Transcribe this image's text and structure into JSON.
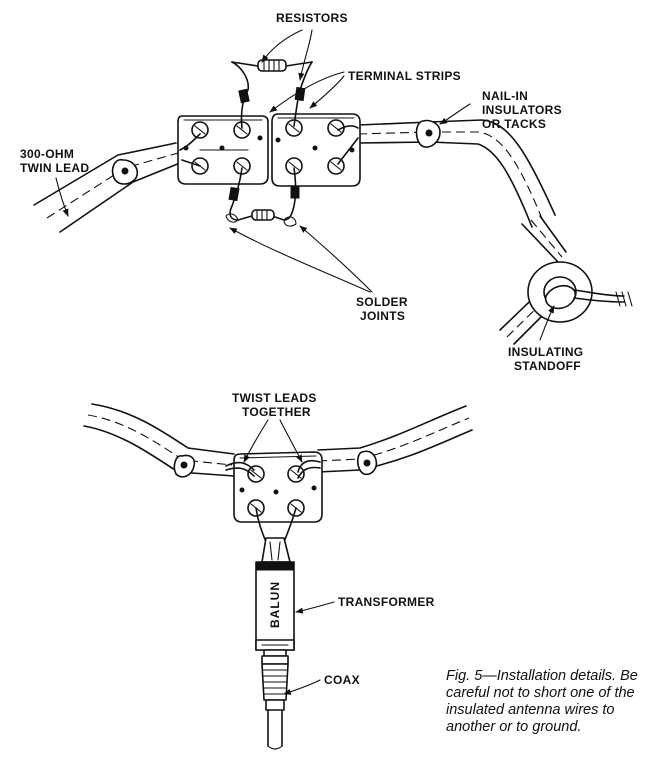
{
  "labels": {
    "resistors": "RESISTORS",
    "terminal_strips": "TERMINAL STRIPS",
    "nail_in_1": "NAIL-IN",
    "nail_in_2": "INSULATORS",
    "nail_in_3": "OR TACKS",
    "twin_lead_1": "300-OHM",
    "twin_lead_2": "TWIN LEAD",
    "solder_1": "SOLDER",
    "solder_2": "JOINTS",
    "standoff_1": "INSULATING",
    "standoff_2": "STANDOFF",
    "twist_1": "TWIST LEADS",
    "twist_2": "TOGETHER",
    "balun": "BALUN",
    "transformer": "TRANSFORMER",
    "coax": "COAX"
  },
  "caption": "Fig. 5—Installation details. Be careful not to short one of the insulated antenna wires to another or to ground."
}
